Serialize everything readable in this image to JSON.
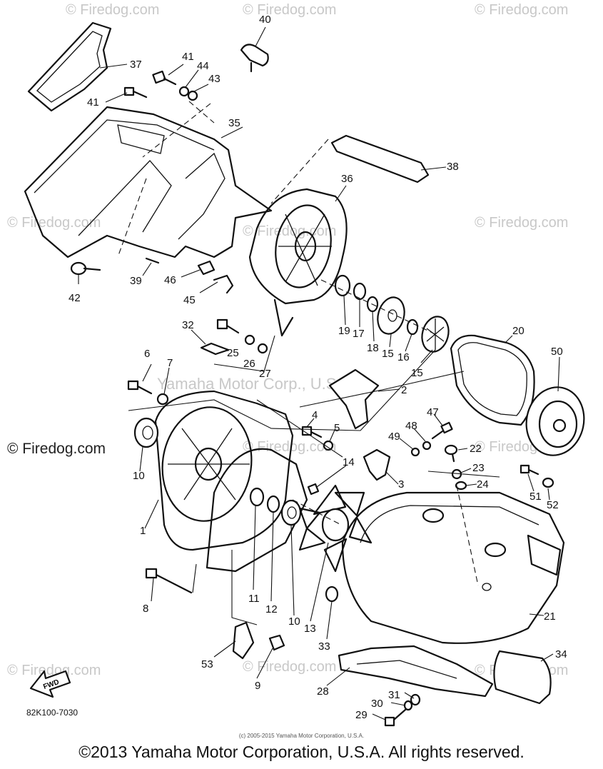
{
  "watermarks": {
    "firedog": "© Firedog.com",
    "yamaha": "Yamaha Motor Corp., U.S.A."
  },
  "firedog_label": "© Firedog.com",
  "diagram_code": "82K100-7030",
  "fwd_label": "FWD",
  "small_copyright": "(c) 2005-2015 Yamaha Motor Corporation, U.S.A.",
  "copyright": "©2013 Yamaha Motor Corporation, U.S.A. All rights reserved.",
  "callouts": [
    {
      "id": "40",
      "text": "40"
    },
    {
      "id": "41a",
      "text": "41"
    },
    {
      "id": "44",
      "text": "44"
    },
    {
      "id": "43",
      "text": "43"
    },
    {
      "id": "37",
      "text": "37"
    },
    {
      "id": "41b",
      "text": "41"
    },
    {
      "id": "35",
      "text": "35"
    },
    {
      "id": "38",
      "text": "38"
    },
    {
      "id": "36",
      "text": "36"
    },
    {
      "id": "42",
      "text": "42"
    },
    {
      "id": "39",
      "text": "39"
    },
    {
      "id": "46",
      "text": "46"
    },
    {
      "id": "45",
      "text": "45"
    },
    {
      "id": "19",
      "text": "19"
    },
    {
      "id": "17",
      "text": "17"
    },
    {
      "id": "18",
      "text": "18"
    },
    {
      "id": "15a",
      "text": "15"
    },
    {
      "id": "16",
      "text": "16"
    },
    {
      "id": "15b",
      "text": "15"
    },
    {
      "id": "20",
      "text": "20"
    },
    {
      "id": "50",
      "text": "50"
    },
    {
      "id": "32",
      "text": "32"
    },
    {
      "id": "25",
      "text": "25"
    },
    {
      "id": "26",
      "text": "26"
    },
    {
      "id": "27",
      "text": "27"
    },
    {
      "id": "6",
      "text": "6"
    },
    {
      "id": "7",
      "text": "7"
    },
    {
      "id": "2",
      "text": "2"
    },
    {
      "id": "47",
      "text": "47"
    },
    {
      "id": "48",
      "text": "48"
    },
    {
      "id": "49",
      "text": "49"
    },
    {
      "id": "4",
      "text": "4"
    },
    {
      "id": "5",
      "text": "5"
    },
    {
      "id": "22",
      "text": "22"
    },
    {
      "id": "23",
      "text": "23"
    },
    {
      "id": "24",
      "text": "24"
    },
    {
      "id": "14",
      "text": "14"
    },
    {
      "id": "3",
      "text": "3"
    },
    {
      "id": "10a",
      "text": "10"
    },
    {
      "id": "51",
      "text": "51"
    },
    {
      "id": "52",
      "text": "52"
    },
    {
      "id": "1",
      "text": "1"
    },
    {
      "id": "11",
      "text": "11"
    },
    {
      "id": "12",
      "text": "12"
    },
    {
      "id": "10b",
      "text": "10"
    },
    {
      "id": "13",
      "text": "13"
    },
    {
      "id": "21",
      "text": "21"
    },
    {
      "id": "8",
      "text": "8"
    },
    {
      "id": "33",
      "text": "33"
    },
    {
      "id": "34",
      "text": "34"
    },
    {
      "id": "53",
      "text": "53"
    },
    {
      "id": "9",
      "text": "9"
    },
    {
      "id": "28",
      "text": "28"
    },
    {
      "id": "31",
      "text": "31"
    },
    {
      "id": "30",
      "text": "30"
    },
    {
      "id": "29",
      "text": "29"
    }
  ]
}
